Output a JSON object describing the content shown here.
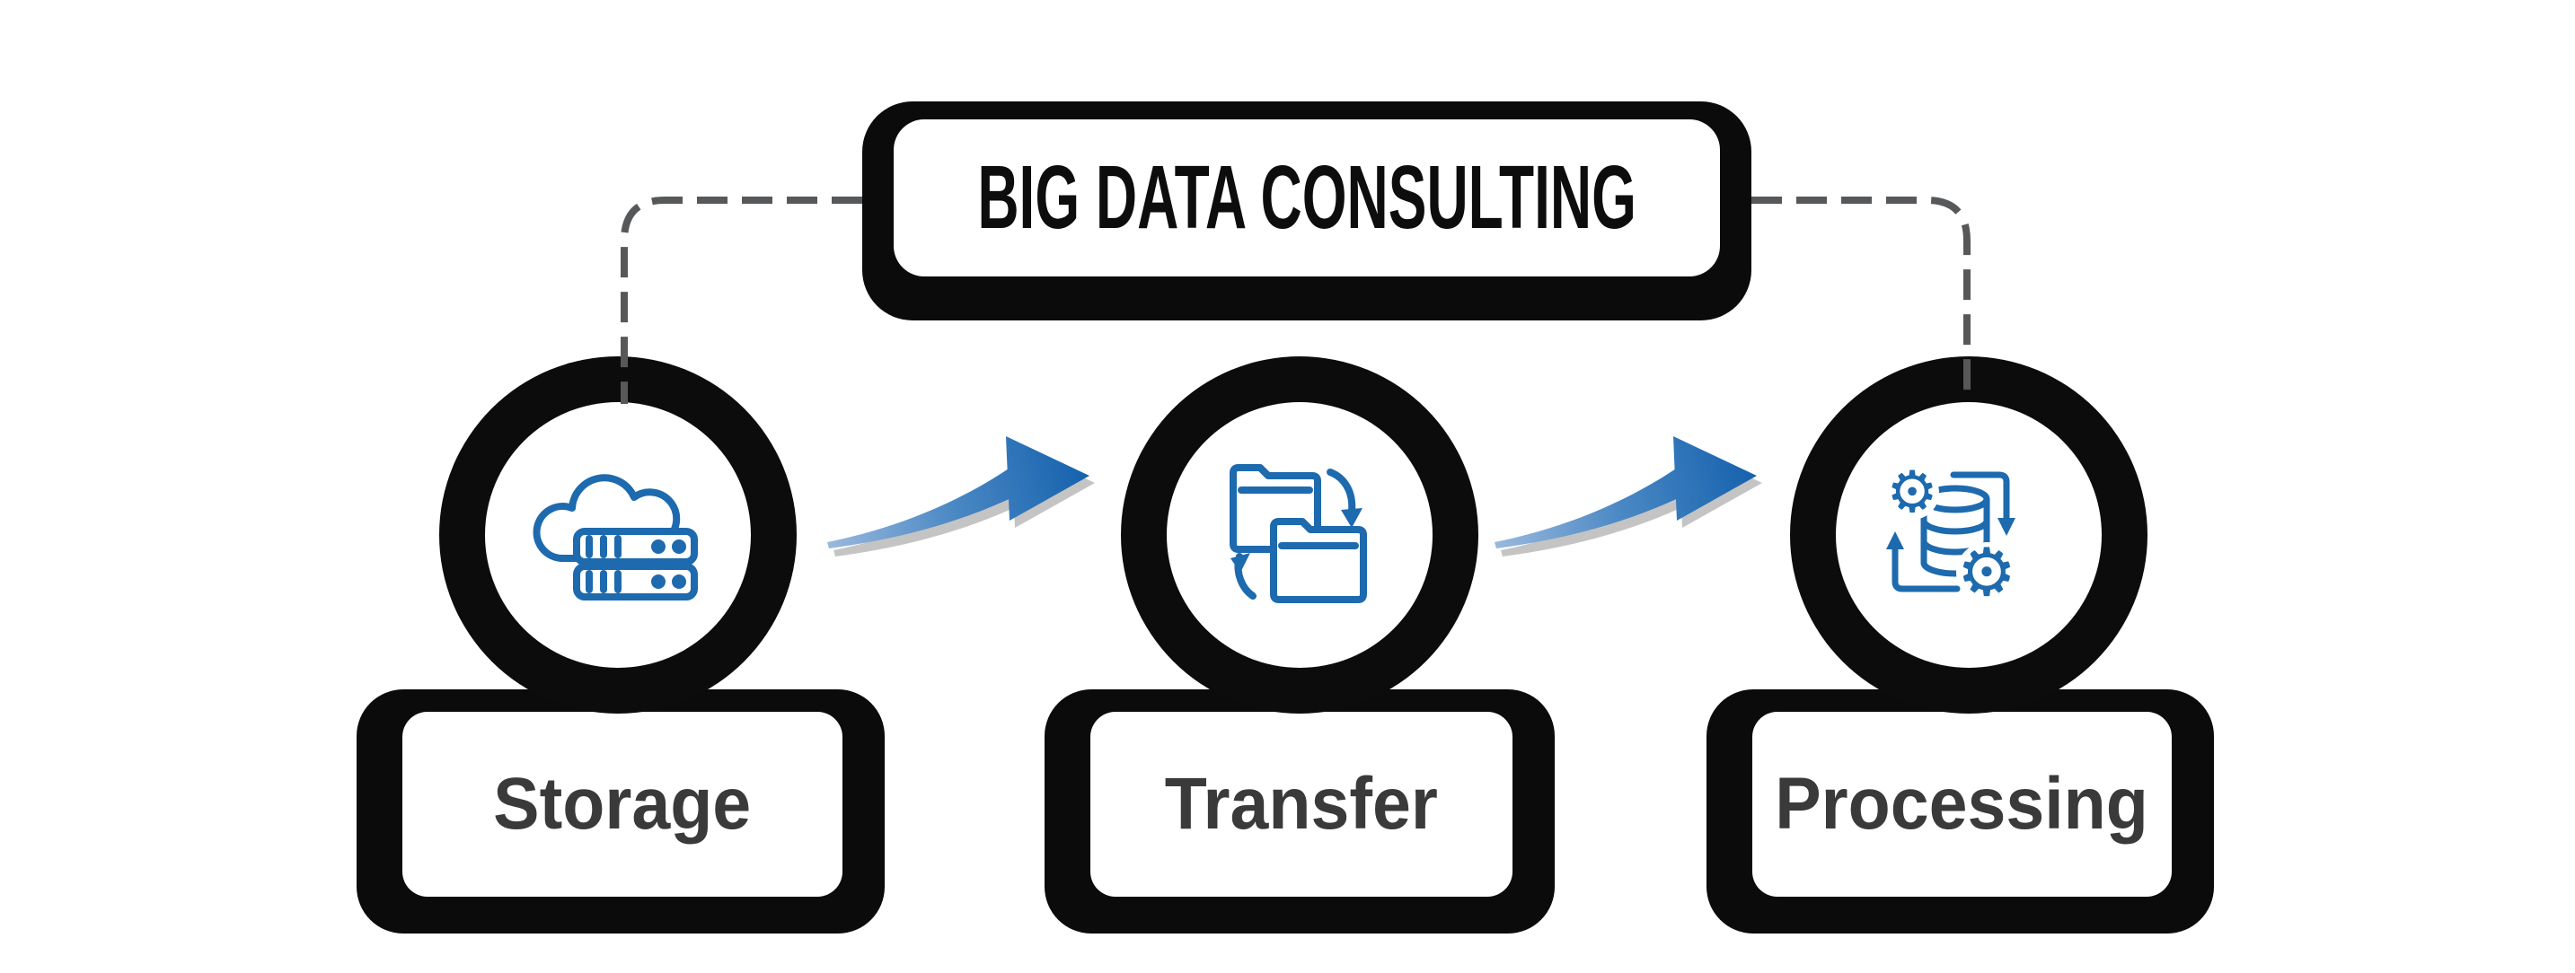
{
  "title_box": {
    "title": "BIG DATA CONSULTING"
  },
  "nodes": [
    {
      "label": "Storage",
      "icon": "cloud-server-icon"
    },
    {
      "label": "Transfer",
      "icon": "folder-transfer-icon"
    },
    {
      "label": "Processing",
      "icon": "data-processing-icon"
    }
  ],
  "connectors": {
    "style": "dashed",
    "color": "#57585a"
  },
  "colors": {
    "icon_blue": "#1d6aae",
    "arrow_blue_light": "#9cbade",
    "arrow_blue_dark": "#1763ae",
    "outline_black": "#0b0b0b",
    "label_text_gray": "#3a3a3a",
    "background": "#ffffff"
  }
}
